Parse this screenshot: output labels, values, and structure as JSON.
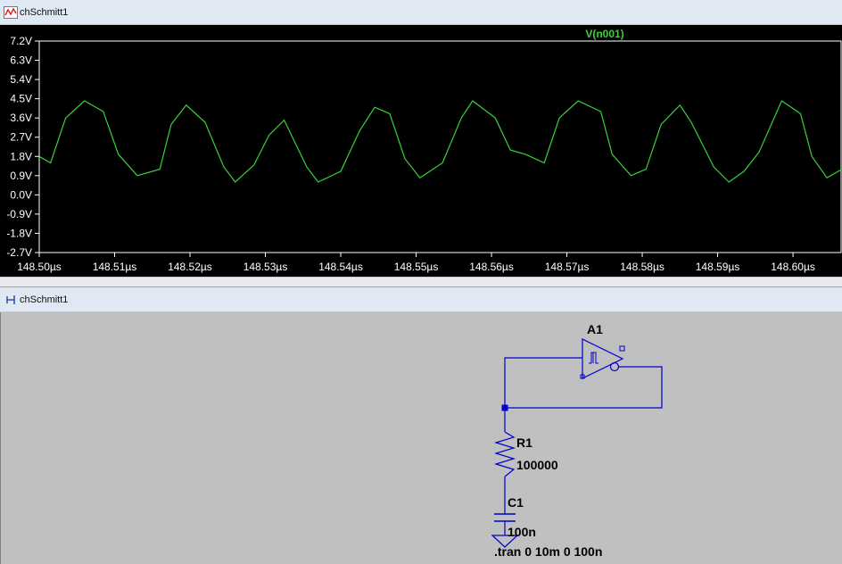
{
  "plot_window": {
    "title": "chSchmitt1",
    "icon": "waveform-icon"
  },
  "schematic_window": {
    "title": "chSchmitt1",
    "icon": "schematic-icon"
  },
  "colors": {
    "trace": "#39d239",
    "plot_bg": "#000000",
    "axis": "#ffffff",
    "schematic_bg": "#c0c0c0",
    "wire": "#0000cc"
  },
  "chart_data": {
    "type": "line",
    "title": "",
    "series": [
      {
        "name": "V(n001)",
        "x": [
          148.5,
          148.5015,
          148.5035,
          148.506,
          148.5085,
          148.5105,
          148.513,
          148.516,
          148.5175,
          148.5195,
          148.522,
          148.5245,
          148.526,
          148.5285,
          148.5305,
          148.5325,
          148.5355,
          148.537,
          148.54,
          148.5425,
          148.5445,
          148.5465,
          148.5485,
          148.5505,
          148.5535,
          148.556,
          148.5575,
          148.5605,
          148.5625,
          148.5645,
          148.567,
          148.569,
          148.5715,
          148.5745,
          148.576,
          148.5785,
          148.5805,
          148.5825,
          148.585,
          148.5865,
          148.5895,
          148.5915,
          148.5935,
          148.5955,
          148.5985,
          148.601,
          148.6025,
          148.6045,
          148.6065
        ],
        "values": [
          1.8,
          1.5,
          3.6,
          4.4,
          3.9,
          1.9,
          0.9,
          1.2,
          3.3,
          4.2,
          3.4,
          1.3,
          0.6,
          1.4,
          2.8,
          3.5,
          1.3,
          0.6,
          1.1,
          3.0,
          4.1,
          3.8,
          1.7,
          0.8,
          1.5,
          3.6,
          4.4,
          3.6,
          2.1,
          1.9,
          1.5,
          3.6,
          4.4,
          3.9,
          1.9,
          0.9,
          1.2,
          3.3,
          4.2,
          3.4,
          1.3,
          0.6,
          1.1,
          2.0,
          4.4,
          3.8,
          1.8,
          0.8,
          1.2
        ]
      }
    ],
    "xlim": [
      148.5,
      148.6065
    ],
    "ylim": [
      -2.7,
      7.2
    ],
    "x_ticks": [
      "148.50µs",
      "148.51µs",
      "148.52µs",
      "148.53µs",
      "148.54µs",
      "148.55µs",
      "148.56µs",
      "148.57µs",
      "148.58µs",
      "148.59µs",
      "148.60µs"
    ],
    "y_ticks": [
      "7.2V",
      "6.3V",
      "5.4V",
      "4.5V",
      "3.6V",
      "2.7V",
      "1.8V",
      "0.9V",
      "0.0V",
      "-0.9V",
      "-1.8V",
      "-2.7V"
    ],
    "grid": false,
    "legend": "top-center"
  },
  "schematic": {
    "opamp_label": "A1",
    "resistor_label": "R1",
    "resistor_value": "100000",
    "capacitor_label": "C1",
    "capacitor_value": "100n",
    "directive": ".tran 0 10m 0 100n"
  }
}
